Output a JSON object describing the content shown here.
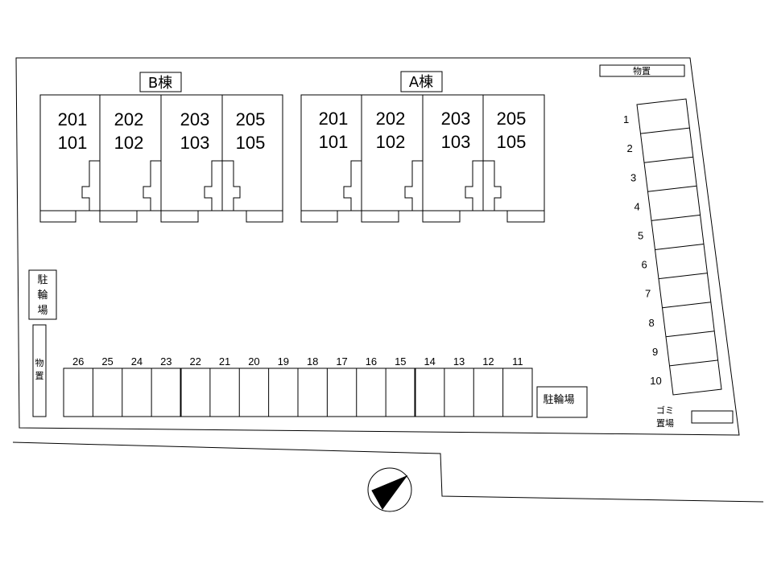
{
  "buildings": [
    {
      "label": "B棟",
      "units": [
        [
          "201",
          "101"
        ],
        [
          "202",
          "102"
        ],
        [
          "203",
          "103"
        ],
        [
          "205",
          "105"
        ]
      ]
    },
    {
      "label": "A棟",
      "units": [
        [
          "201",
          "101"
        ],
        [
          "202",
          "102"
        ],
        [
          "203",
          "103"
        ],
        [
          "205",
          "105"
        ]
      ]
    }
  ],
  "storage_top": "物置",
  "storage_left": "物置",
  "bike_left": "駐輪場",
  "bike_bottom": "駐輪場",
  "garbage": [
    "ゴミ",
    "置場"
  ],
  "parking_bottom": [
    "26",
    "25",
    "24",
    "23",
    "22",
    "21",
    "20",
    "19",
    "18",
    "17",
    "16",
    "15",
    "14",
    "13",
    "12",
    "11"
  ],
  "parking_right": [
    "1",
    "2",
    "3",
    "4",
    "5",
    "6",
    "7",
    "8",
    "9",
    "10"
  ]
}
